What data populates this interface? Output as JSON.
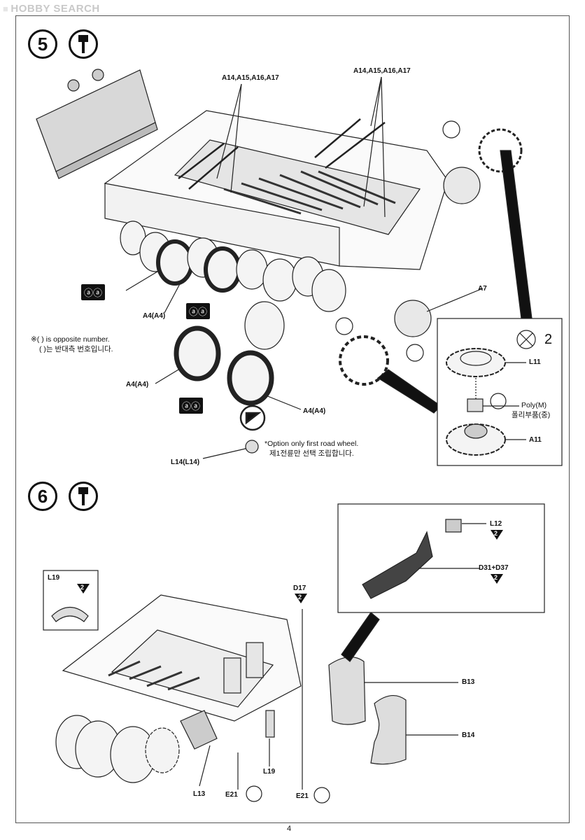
{
  "watermark": "HOBBY SEARCH",
  "steps": {
    "step5": {
      "number": "5"
    },
    "step6": {
      "number": "6"
    }
  },
  "step5_labels": {
    "a14_left": "A14,A15,A16,A17",
    "a14_right": "A14,A15,A16,A17",
    "a7": "A7",
    "a4_1": "A4(A4)",
    "a4_2": "A4(A4)",
    "a4_3": "A4(A4)",
    "l14": "L14(L14)",
    "badge_1": "ⓐⓐ",
    "badge_2": "ⓐⓐ",
    "badge_3": "ⓐⓐ",
    "note_opposite_en": "※( ) is opposite number.",
    "note_opposite_kr": "( )는 반대측 번호입니다.",
    "note_option_en": "*Option only first road wheel.",
    "note_option_kr": "제1전륜만 선택 조립합니다."
  },
  "detail_sprocket": {
    "count": "2",
    "l11": "L11",
    "poly_en": "Poly(M)",
    "poly_kr": "폴리부품(중)",
    "a11": "A11"
  },
  "step6_labels": {
    "l19_box": "L19",
    "l19_box_badge": "2",
    "d17": "D17",
    "d17_badge": "2",
    "b13": "B13",
    "b14": "B14",
    "l13": "L13",
    "e21_1": "E21",
    "e21_2": "E21",
    "l19": "L19"
  },
  "detail_d31": {
    "l12": "L12",
    "l12_badge": "2",
    "d31": "D31+D37",
    "d31_badge": "2"
  },
  "page_number": "4"
}
